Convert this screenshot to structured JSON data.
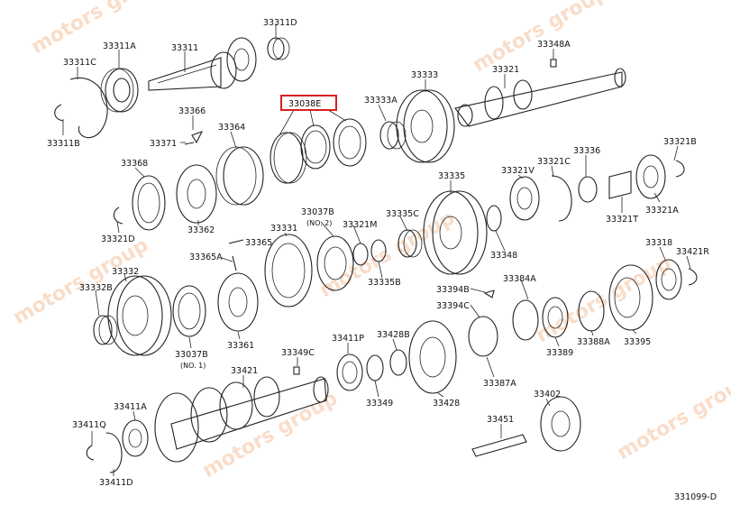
{
  "diagram": {
    "code": "331099-D",
    "highlight_color": "#d9201e",
    "highlighted_part": "33038E",
    "watermark": "motors group",
    "labels": [
      {
        "id": "33311D"
      },
      {
        "id": "33311A"
      },
      {
        "id": "33311"
      },
      {
        "id": "33311C"
      },
      {
        "id": "33311B"
      },
      {
        "id": "33348A"
      },
      {
        "id": "33333"
      },
      {
        "id": "33321"
      },
      {
        "id": "33038E"
      },
      {
        "id": "33333A"
      },
      {
        "id": "33366"
      },
      {
        "id": "33371"
      },
      {
        "id": "33364"
      },
      {
        "id": "33336"
      },
      {
        "id": "33321B"
      },
      {
        "id": "33368"
      },
      {
        "id": "33335"
      },
      {
        "id": "33321C"
      },
      {
        "id": "33321V"
      },
      {
        "id": "33321T"
      },
      {
        "id": "33321A"
      },
      {
        "id": "33037B"
      },
      {
        "id": "33321M"
      },
      {
        "id": "33335C"
      },
      {
        "id": "33362"
      },
      {
        "id": "33321D"
      },
      {
        "id": "33331"
      },
      {
        "id": "33365"
      },
      {
        "id": "33348"
      },
      {
        "id": "33318"
      },
      {
        "id": "33421R"
      },
      {
        "id": "33365A"
      },
      {
        "id": "33335B"
      },
      {
        "id": "33332"
      },
      {
        "id": "33394B"
      },
      {
        "id": "33384A"
      },
      {
        "id": "33332B"
      },
      {
        "id": "33394C"
      },
      {
        "id": "33389"
      },
      {
        "id": "33388A"
      },
      {
        "id": "33395"
      },
      {
        "id": "33361"
      },
      {
        "id": "33037B_2"
      },
      {
        "id": "33411P"
      },
      {
        "id": "33428B"
      },
      {
        "id": "33349C"
      },
      {
        "id": "33387A"
      },
      {
        "id": "33421"
      },
      {
        "id": "33349"
      },
      {
        "id": "33428"
      },
      {
        "id": "33402"
      },
      {
        "id": "33411A"
      },
      {
        "id": "33451"
      },
      {
        "id": "33411Q"
      },
      {
        "id": "33411D"
      }
    ],
    "texts": {
      "33311D": "33311D",
      "33311A": "33311A",
      "33311": "33311",
      "33311C": "33311C",
      "33311B": "33311B",
      "33348A": "33348A",
      "33333": "33333",
      "33321": "33321",
      "33038E": "33038E",
      "33333A": "33333A",
      "33366": "33366",
      "33371": "33371",
      "33364": "33364",
      "33336": "33336",
      "33321B": "33321B",
      "33368": "33368",
      "33335": "33335",
      "33321C": "33321C",
      "33321V": "33321V",
      "33321T": "33321T",
      "33321A": "33321A",
      "33037B": "33037B",
      "33037B_note": "(NO. 2)",
      "33321M": "33321M",
      "33335C": "33335C",
      "33362": "33362",
      "33321D": "33321D",
      "33331": "33331",
      "33365": "33365",
      "33348": "33348",
      "33318": "33318",
      "33421R": "33421R",
      "33365A": "33365A",
      "33335B": "33335B",
      "33332": "33332",
      "33394B": "33394B",
      "33384A": "33384A",
      "33332B": "33332B",
      "33394C": "33394C",
      "33389": "33389",
      "33388A": "33388A",
      "33395": "33395",
      "33361": "33361",
      "33037B_2": "33037B",
      "33037B_2_note": "(NO. 1)",
      "33411P": "33411P",
      "33428B": "33428B",
      "33349C": "33349C",
      "33387A": "33387A",
      "33421": "33421",
      "33349": "33349",
      "33428": "33428",
      "33402": "33402",
      "33411A": "33411A",
      "33451": "33451",
      "33411Q": "33411Q",
      "33411D": "33411D"
    }
  }
}
